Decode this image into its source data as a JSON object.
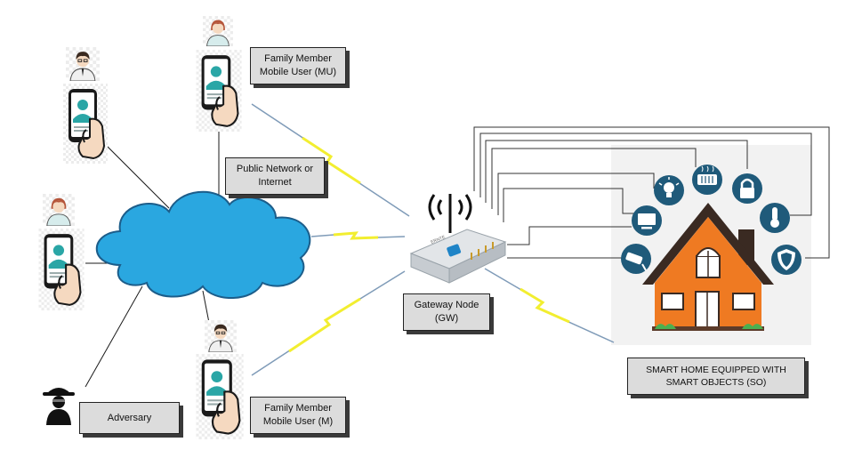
{
  "labels": {
    "mu_top": {
      "line1": "Family Member",
      "line2": "Mobile User (MU)"
    },
    "mu_bottom": {
      "line1": "Family Member",
      "line2": "Mobile User (M)"
    },
    "network": {
      "line1": "Public Network or",
      "line2": "Internet"
    },
    "gateway": {
      "line1": "Gateway Node",
      "line2": "(GW)"
    },
    "smart_home": {
      "line1": "SMART HOME EQUIPPED WITH",
      "line2": "SMART OBJECTS (SO)"
    },
    "adversary": {
      "line1": "Adversary"
    },
    "device_brand": "ERNTE"
  },
  "icons": [
    "user-avatar-icon",
    "smartphone-hand-icon",
    "cloud-icon",
    "wireless-link-icon",
    "router-icon",
    "antenna-icon",
    "house-icon",
    "light-bulb-icon",
    "heater-icon",
    "lock-icon",
    "thermometer-icon",
    "computer-icon",
    "security-camera-icon",
    "shield-icon",
    "hacker-icon"
  ],
  "colors": {
    "cloud": "#2aa7e0",
    "cloud_outline": "#1c5d8a",
    "house_wall": "#ef7a22",
    "roof": "#3a2a22",
    "smart_icon": "#1f5a7a",
    "wireless_bolt": "#f2ee30",
    "label_fill": "#dcdcdc",
    "phone_screen": "#2aa6a6"
  }
}
